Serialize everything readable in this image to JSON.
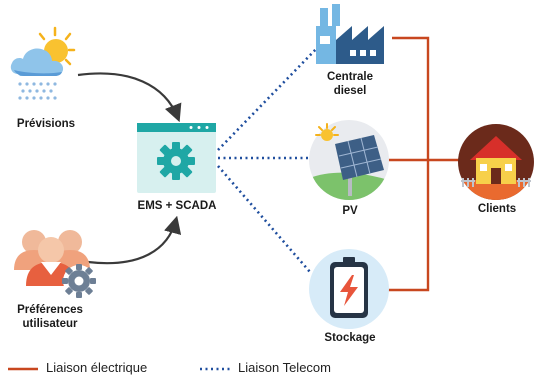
{
  "nodes": {
    "previsions": "Prévisions",
    "preferences": "Préférences\nutilisateur",
    "ems": "EMS + SCADA",
    "diesel": "Centrale\ndiesel",
    "pv": "PV",
    "stockage": "Stockage",
    "clients": "Clients"
  },
  "legend": {
    "electric": "Liaison électrique",
    "telecom": "Liaison Telecom"
  },
  "colors": {
    "electric_link": "#c8471f",
    "telecom_link": "#1f4e9e",
    "ems_panel": "#d7f0ef",
    "ems_gear": "#1fa7a5"
  }
}
